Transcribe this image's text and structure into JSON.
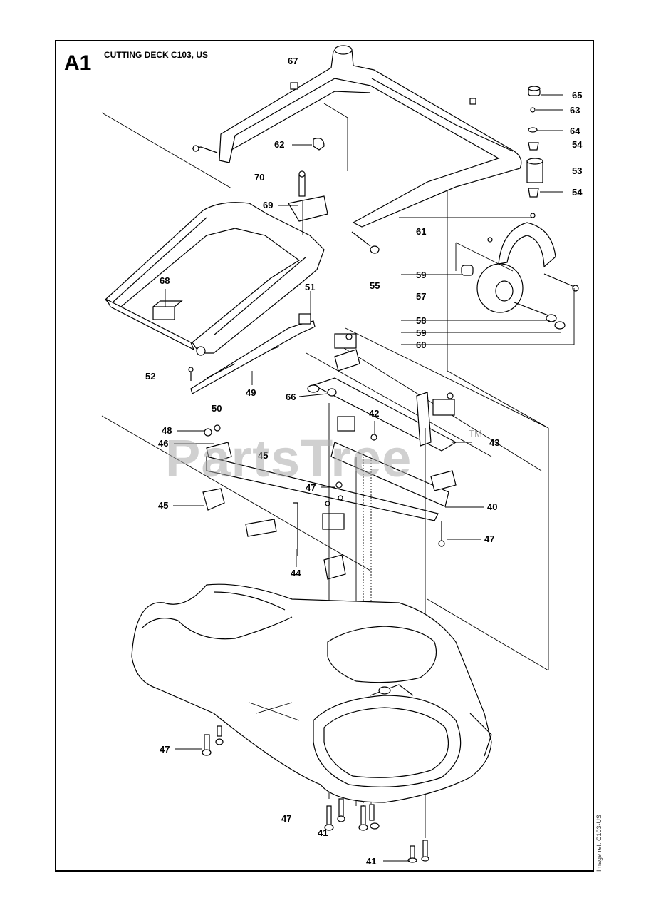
{
  "sheet": {
    "code": "A1",
    "title": "CUTTING DECK C103, US",
    "side_code": "Image ref: C103-US"
  },
  "watermark": {
    "text": "PartsTree",
    "tm": "TM"
  },
  "callouts": [
    {
      "id": "67",
      "text": "67"
    },
    {
      "id": "65",
      "text": "65"
    },
    {
      "id": "63",
      "text": "63"
    },
    {
      "id": "64",
      "text": "64"
    },
    {
      "id": "54a",
      "text": "54"
    },
    {
      "id": "53",
      "text": "53"
    },
    {
      "id": "54b",
      "text": "54"
    },
    {
      "id": "62",
      "text": "62"
    },
    {
      "id": "70",
      "text": "70"
    },
    {
      "id": "69",
      "text": "69"
    },
    {
      "id": "61",
      "text": "61"
    },
    {
      "id": "59a",
      "text": "59"
    },
    {
      "id": "55",
      "text": "55"
    },
    {
      "id": "57",
      "text": "57"
    },
    {
      "id": "68",
      "text": "68"
    },
    {
      "id": "51",
      "text": "51"
    },
    {
      "id": "58",
      "text": "58"
    },
    {
      "id": "59b",
      "text": "59"
    },
    {
      "id": "60",
      "text": "60"
    },
    {
      "id": "52",
      "text": "52"
    },
    {
      "id": "49",
      "text": "49"
    },
    {
      "id": "66",
      "text": "66"
    },
    {
      "id": "50",
      "text": "50"
    },
    {
      "id": "42",
      "text": "42"
    },
    {
      "id": "48",
      "text": "48"
    },
    {
      "id": "46",
      "text": "46"
    },
    {
      "id": "45a",
      "text": "45"
    },
    {
      "id": "43",
      "text": "43"
    },
    {
      "id": "47a",
      "text": "47"
    },
    {
      "id": "45b",
      "text": "45"
    },
    {
      "id": "40",
      "text": "40"
    },
    {
      "id": "47b",
      "text": "47"
    },
    {
      "id": "44",
      "text": "44"
    },
    {
      "id": "47c",
      "text": "47"
    },
    {
      "id": "47d",
      "text": "47"
    },
    {
      "id": "41a",
      "text": "41"
    },
    {
      "id": "41b",
      "text": "41"
    }
  ]
}
